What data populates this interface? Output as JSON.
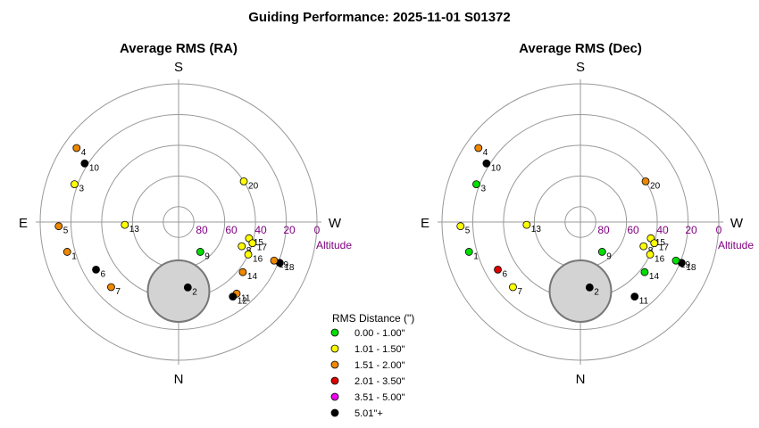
{
  "title": "Guiding Performance: 2025-11-01 S01372",
  "legend": {
    "title": "RMS Distance (\")",
    "items": [
      {
        "label": "0.00 - 1.00\"",
        "color": "#00dd00"
      },
      {
        "label": "1.01 - 1.50\"",
        "color": "#ffff00"
      },
      {
        "label": "1.51 - 2.00\"",
        "color": "#ee8800"
      },
      {
        "label": "2.01 - 3.50\"",
        "color": "#dd0000"
      },
      {
        "label": "3.51 - 5.00\"",
        "color": "#ee00ee"
      },
      {
        "label": "5.01\"+",
        "color": "#000000"
      }
    ]
  },
  "chart_data": [
    {
      "type": "scatter",
      "projection": "polar-altaz",
      "title": "Average RMS (RA)",
      "directions": {
        "top": "S",
        "bottom": "N",
        "left": "E",
        "right": "W"
      },
      "altitude_ticks": [
        "80",
        "60",
        "40",
        "20",
        "0"
      ],
      "altitude_label": "Altitude",
      "grid": true,
      "moon": {
        "azimuth": 180,
        "altitude": 45,
        "radius_deg": 20
      },
      "points": [
        {
          "label": "1",
          "azimuth": 255,
          "altitude": 15,
          "category": 2
        },
        {
          "label": "2",
          "azimuth": 172,
          "altitude": 47,
          "category": 5
        },
        {
          "label": "3",
          "azimuth": 290,
          "altitude": 18,
          "category": 1
        },
        {
          "label": "4",
          "azimuth": 306,
          "altitude": 8,
          "category": 2
        },
        {
          "label": "5",
          "azimuth": 268,
          "altitude": 12,
          "category": 2
        },
        {
          "label": "6",
          "azimuth": 240,
          "altitude": 28,
          "category": 5
        },
        {
          "label": "7",
          "azimuth": 226,
          "altitude": 29,
          "category": 2
        },
        {
          "label": "8",
          "azimuth": 111,
          "altitude": 46,
          "category": 1
        },
        {
          "label": "9",
          "azimuth": 144,
          "altitude": 66,
          "category": 0
        },
        {
          "label": "10",
          "azimuth": 302,
          "altitude": 18,
          "category": 5
        },
        {
          "label": "11",
          "azimuth": 141,
          "altitude": 30,
          "category": 2
        },
        {
          "label": "12",
          "azimuth": 144,
          "altitude": 30,
          "category": 5
        },
        {
          "label": "13",
          "azimuth": 267,
          "altitude": 55,
          "category": 1
        },
        {
          "label": "14",
          "azimuth": 128,
          "altitude": 37,
          "category": 2
        },
        {
          "label": "15",
          "azimuth": 103,
          "altitude": 43,
          "category": 1
        },
        {
          "label": "16",
          "azimuth": 115,
          "altitude": 40,
          "category": 1
        },
        {
          "label": "17",
          "azimuth": 106,
          "altitude": 40,
          "category": 1
        },
        {
          "label": "18",
          "azimuth": 112,
          "altitude": 19,
          "category": 5
        },
        {
          "label": "19",
          "azimuth": 112,
          "altitude": 23,
          "category": 2
        },
        {
          "label": "20",
          "azimuth": 58,
          "altitude": 40,
          "category": 1
        }
      ]
    },
    {
      "type": "scatter",
      "projection": "polar-altaz",
      "title": "Average RMS (Dec)",
      "directions": {
        "top": "S",
        "bottom": "N",
        "left": "E",
        "right": "W"
      },
      "altitude_ticks": [
        "80",
        "60",
        "40",
        "20",
        "0"
      ],
      "altitude_label": "Altitude",
      "grid": true,
      "moon": {
        "azimuth": 180,
        "altitude": 45,
        "radius_deg": 20
      },
      "points": [
        {
          "label": "1",
          "azimuth": 255,
          "altitude": 15,
          "category": 0
        },
        {
          "label": "2",
          "azimuth": 172,
          "altitude": 47,
          "category": 5
        },
        {
          "label": "3",
          "azimuth": 290,
          "altitude": 18,
          "category": 0
        },
        {
          "label": "4",
          "azimuth": 306,
          "altitude": 8,
          "category": 2
        },
        {
          "label": "5",
          "azimuth": 268,
          "altitude": 12,
          "category": 1
        },
        {
          "label": "6",
          "azimuth": 240,
          "altitude": 28,
          "category": 3
        },
        {
          "label": "7",
          "azimuth": 226,
          "altitude": 29,
          "category": 1
        },
        {
          "label": "8",
          "azimuth": 111,
          "altitude": 46,
          "category": 1
        },
        {
          "label": "9",
          "azimuth": 144,
          "altitude": 66,
          "category": 0
        },
        {
          "label": "10",
          "azimuth": 302,
          "altitude": 18,
          "category": 5
        },
        {
          "label": "11",
          "azimuth": 144,
          "altitude": 30,
          "category": 5
        },
        {
          "label": "13",
          "azimuth": 267,
          "altitude": 55,
          "category": 1
        },
        {
          "label": "14",
          "azimuth": 128,
          "altitude": 37,
          "category": 0
        },
        {
          "label": "15",
          "azimuth": 103,
          "altitude": 43,
          "category": 1
        },
        {
          "label": "16",
          "azimuth": 115,
          "altitude": 40,
          "category": 1
        },
        {
          "label": "17",
          "azimuth": 106,
          "altitude": 40,
          "category": 1
        },
        {
          "label": "18",
          "azimuth": 112,
          "altitude": 19,
          "category": 5
        },
        {
          "label": "19",
          "azimuth": 112,
          "altitude": 23,
          "category": 0
        },
        {
          "label": "20",
          "azimuth": 58,
          "altitude": 40,
          "category": 2
        }
      ]
    }
  ]
}
